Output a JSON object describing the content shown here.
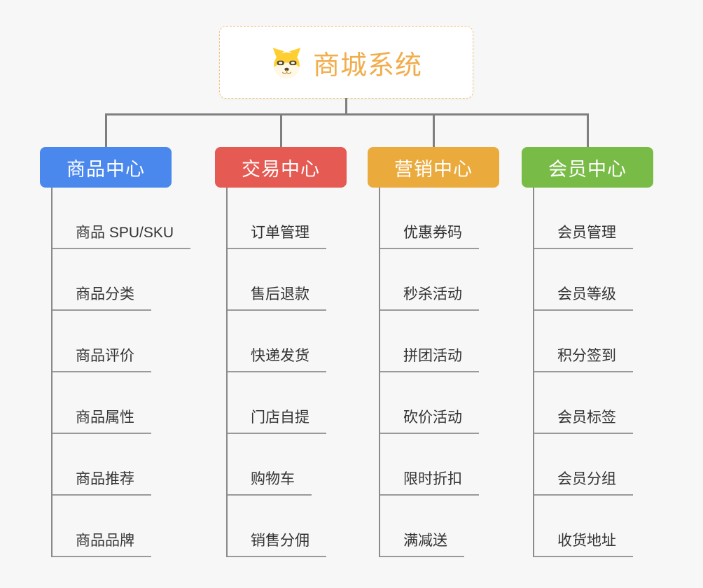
{
  "root": {
    "title": "商城系统",
    "icon": "dog-face-icon"
  },
  "colors": {
    "root_text": "#f1ad4b",
    "root_border": "#f2c382",
    "connector": "#7f7f7f",
    "leaf_text": "#333333",
    "background": "#f7f7f7"
  },
  "branches": [
    {
      "label": "商品中心",
      "color": "#4a88ee",
      "children": [
        "商品 SPU/SKU",
        "商品分类",
        "商品评价",
        "商品属性",
        "商品推荐",
        "商品品牌"
      ]
    },
    {
      "label": "交易中心",
      "color": "#e55a52",
      "children": [
        "订单管理",
        "售后退款",
        "快递发货",
        "门店自提",
        "购物车",
        "销售分佣"
      ]
    },
    {
      "label": "营销中心",
      "color": "#eaaa3c",
      "children": [
        "优惠券码",
        "秒杀活动",
        "拼团活动",
        "砍价活动",
        "限时折扣",
        "满减送"
      ]
    },
    {
      "label": "会员中心",
      "color": "#78bc47",
      "children": [
        "会员管理",
        "会员等级",
        "积分签到",
        "会员标签",
        "会员分组",
        "收货地址"
      ]
    }
  ]
}
